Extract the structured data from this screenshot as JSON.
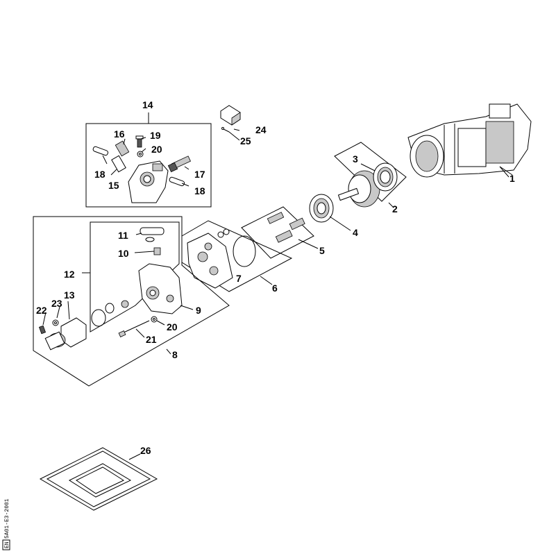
{
  "diagram": {
    "callouts": [
      "1",
      "2",
      "3",
      "4",
      "5",
      "6",
      "7",
      "8",
      "9",
      "10",
      "11",
      "12",
      "13",
      "14",
      "15",
      "16",
      "17",
      "18",
      "18",
      "19",
      "20",
      "20",
      "21",
      "22",
      "23",
      "24",
      "25",
      "26"
    ],
    "drawing_code": "5A01-E3-2001",
    "drawing_code_box": "EN"
  }
}
